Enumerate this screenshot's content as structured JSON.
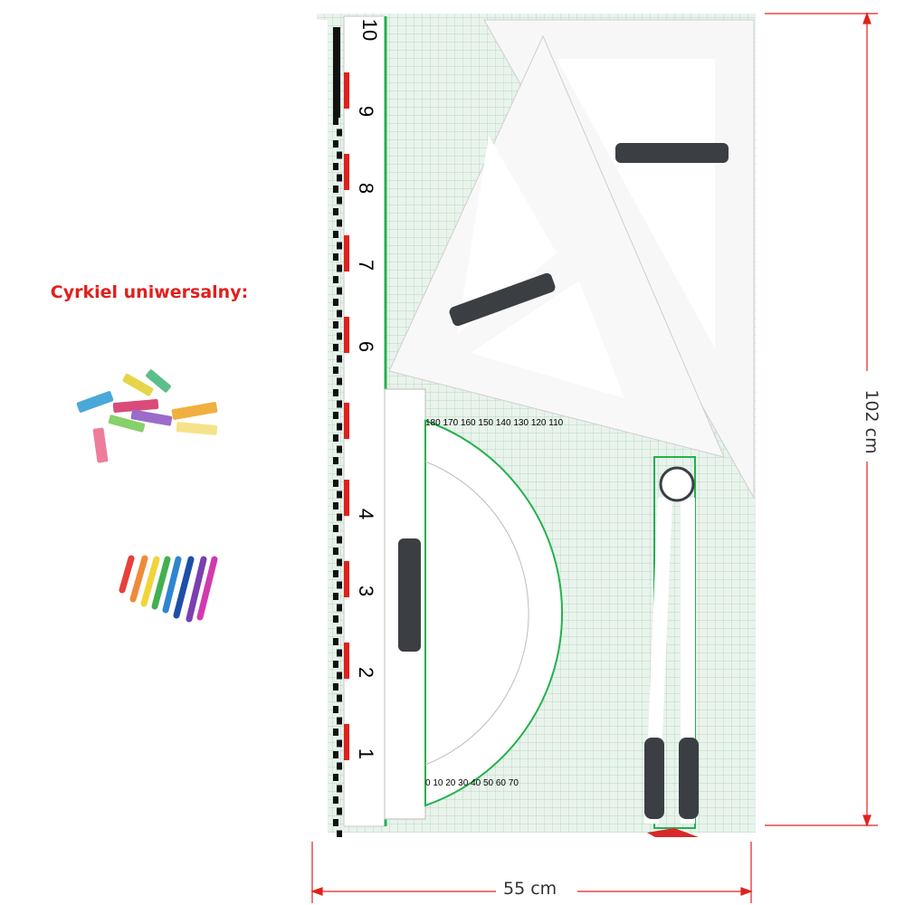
{
  "caption": "Cyrkiel uniwersalny:",
  "dimensions": {
    "width_label": "55 cm",
    "height_label": "102 cm"
  },
  "ruler_numbers": [
    "10",
    "9",
    "8",
    "7",
    "6",
    "4",
    "3",
    "2",
    "1"
  ],
  "protractor_labels_outer": [
    "180",
    "170",
    "160",
    "150",
    "140",
    "130",
    "120",
    "110"
  ],
  "protractor_labels_inner": [
    "0",
    "10",
    "20",
    "30",
    "40",
    "50",
    "60",
    "70"
  ],
  "colors": {
    "accent_red": "#e0201c",
    "board_grid": "#9cc9a6",
    "board_bg": "#e9f3ec",
    "green_line": "#23b14d",
    "handle": "#3b3f44"
  },
  "icons": {
    "chalk": "chalk-sticks-icon",
    "markers": "colored-markers-icon"
  }
}
